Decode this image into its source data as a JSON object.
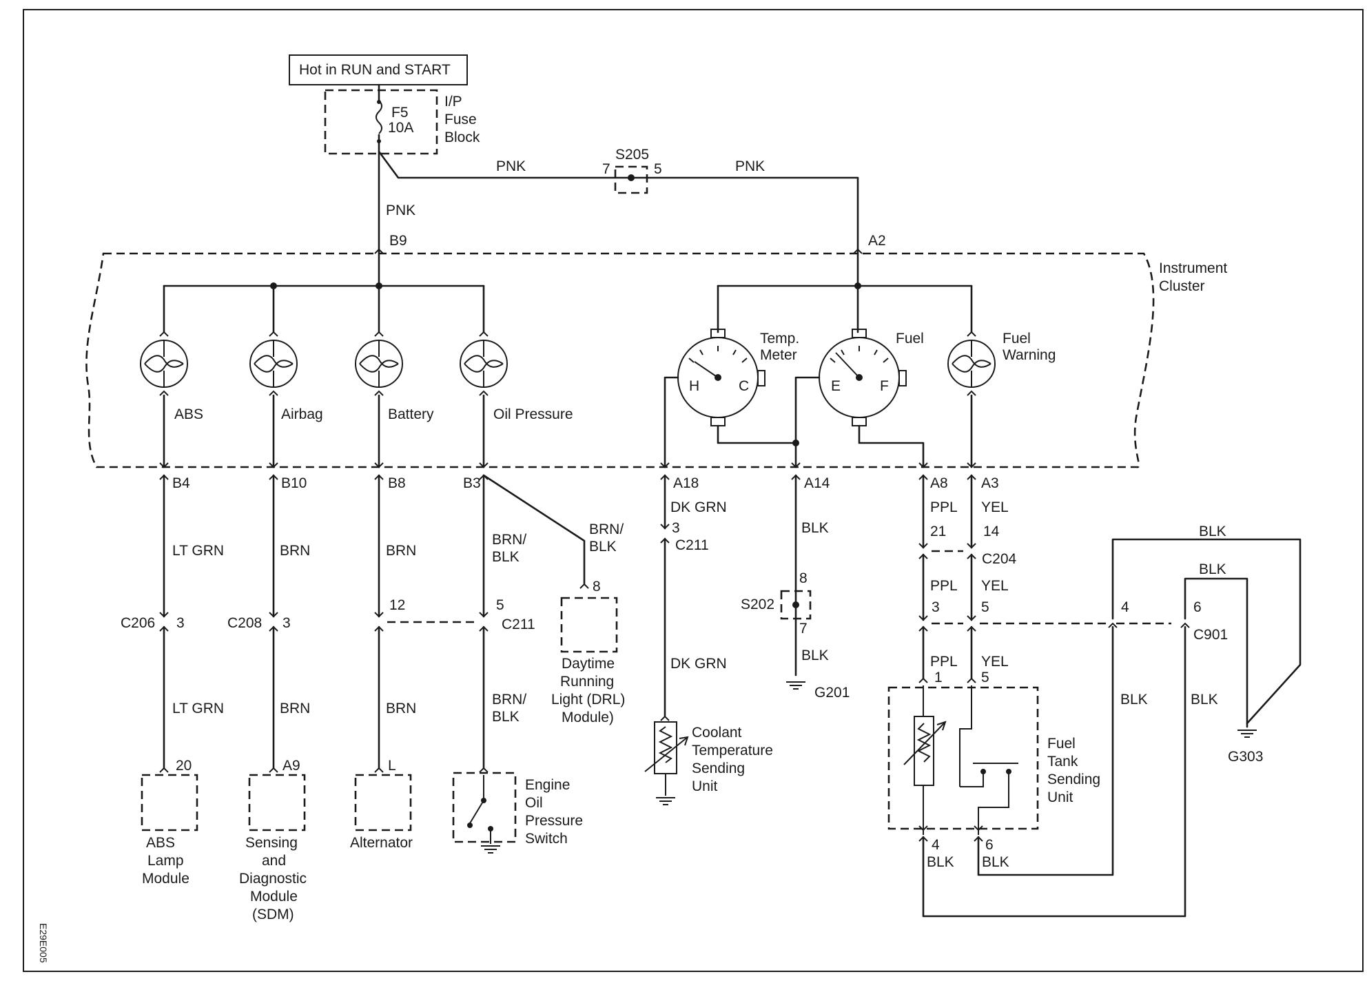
{
  "power": {
    "source_label": "Hot in RUN and START",
    "fuse_id": "F5",
    "fuse_rating": "10A",
    "fuse_block_lines": [
      "I/P",
      "Fuse",
      "Block"
    ]
  },
  "splices": {
    "s205": "S205",
    "s205_in": "7",
    "s205_out": "5",
    "s202": "S202",
    "s202_in": "8",
    "s202_out": "7"
  },
  "wire_colors": {
    "pnk": "PNK",
    "lt_grn": "LT GRN",
    "brn": "BRN",
    "brn_blk_1": "BRN/",
    "brn_blk_2": "BLK",
    "dk_grn": "DK GRN",
    "blk": "BLK",
    "ppl": "PPL",
    "yel": "YEL"
  },
  "cluster": {
    "label_lines": [
      "Instrument",
      "Cluster"
    ],
    "feed_left": "B9",
    "feed_right": "A2",
    "lamps": [
      "ABS",
      "Airbag",
      "Battery",
      "Oil Pressure"
    ],
    "temp_gauge_lines": [
      "Temp.",
      "Meter"
    ],
    "temp_h": "H",
    "temp_c": "C",
    "fuel_gauge": "Fuel",
    "fuel_e": "E",
    "fuel_f": "F",
    "fuel_warning_lines": [
      "Fuel",
      "Warning"
    ],
    "pins": [
      "B4",
      "B10",
      "B8",
      "B3",
      "A18",
      "A14",
      "A8",
      "A3"
    ]
  },
  "connectors": {
    "c206": "C206",
    "c206_pin": "3",
    "c208": "C208",
    "c208_pin": "3",
    "c211": "C211",
    "c211_alt_pin": "12",
    "c211_oil_pin": "5",
    "c211_coolant_pin": "3",
    "c204": "C204",
    "c204_ppl_top": "21",
    "c204_yel_top": "14",
    "c204_ppl_bot": "3",
    "c204_yel_bot": "5",
    "c901": "C901",
    "c901_pin_a": "4",
    "c901_pin_b": "6"
  },
  "components": {
    "abs_pin": "20",
    "abs_lines": [
      "ABS",
      "Lamp",
      "Module"
    ],
    "sdm_pin": "A9",
    "sdm_lines": [
      "Sensing",
      "and",
      "Diagnostic",
      "Module",
      "(SDM)"
    ],
    "alt_pin": "L",
    "alt_label": "Alternator",
    "oil_switch_lines": [
      "Engine",
      "Oil",
      "Pressure",
      "Switch"
    ],
    "drl_pin": "8",
    "drl_lines": [
      "Daytime",
      "Running",
      "Light (DRL)",
      "Module)"
    ],
    "coolant_lines": [
      "Coolant",
      "Temperature",
      "Sending",
      "Unit"
    ],
    "fuel_tank_lines": [
      "Fuel",
      "Tank",
      "Sending",
      "Unit"
    ],
    "ftsu_pin_ppl": "1",
    "ftsu_pin_yel": "5",
    "ftsu_pin_blk4": "4",
    "ftsu_pin_blk6": "6"
  },
  "grounds": {
    "g201": "G201",
    "g303": "G303"
  },
  "figure_id": "E29E005"
}
